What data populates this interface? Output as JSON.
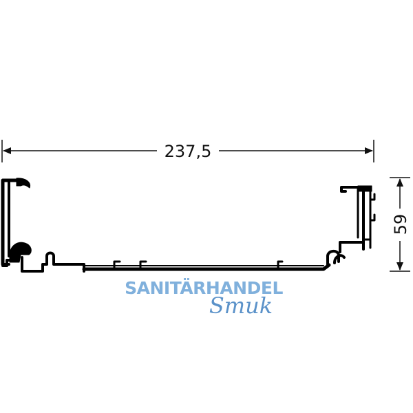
{
  "drawing": {
    "width_dimension": "237,5",
    "height_dimension": "59",
    "line_color": "#000000",
    "dimension_color": "#111111"
  },
  "watermark": {
    "line1": "SANITÄRHANDEL",
    "line2": "Smuk",
    "color": "#6aa3d6",
    "color_dark": "#3f7fc0"
  }
}
